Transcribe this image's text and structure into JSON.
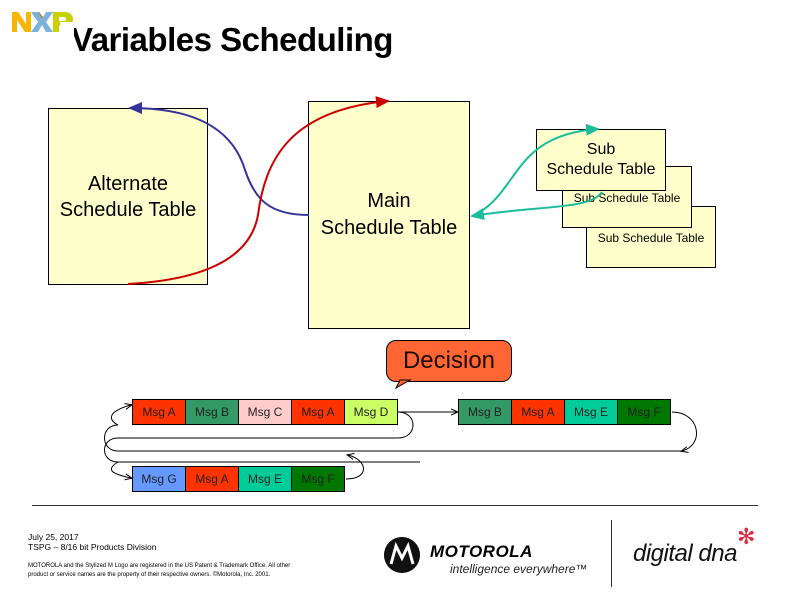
{
  "slide": {
    "title": "Variables Scheduling"
  },
  "logos": {
    "nxp": "nxp-logo",
    "motorola_name": "MOTOROLA",
    "motorola_tagline": "intelligence everywhere™",
    "digitaldna": "digital dna",
    "digitaldna_tm": "™",
    "digitaldna_star": "✻"
  },
  "diagram": {
    "alternate_table": {
      "line1": "Alternate",
      "line2": "Schedule Table"
    },
    "main_table": {
      "line1": "Main",
      "line2": "Schedule Table"
    },
    "sub_tables": [
      {
        "line1": "Sub",
        "line2": "Schedule Table"
      },
      {
        "label": "Sub Schedule Table"
      },
      {
        "label": "Sub Schedule Table"
      }
    ],
    "decision_callout": "Decision",
    "arrow_colors": {
      "main_to_alternate": "#333399",
      "alternate_to_main": "#cc0000",
      "main_sub": "#1abc9c"
    }
  },
  "message_rows": [
    {
      "messages": [
        {
          "label": "Msg A",
          "color": "#ff3300"
        },
        {
          "label": "Msg B",
          "color": "#339966"
        },
        {
          "label": "Msg C",
          "color": "#ffcccc"
        },
        {
          "label": "Msg A",
          "color": "#ff3300"
        },
        {
          "label": "Msg D",
          "color": "#ccff66"
        }
      ]
    },
    {
      "messages": [
        {
          "label": "Msg B",
          "color": "#339966"
        },
        {
          "label": "Msg A",
          "color": "#ff3300"
        },
        {
          "label": "Msg E",
          "color": "#00cc99"
        },
        {
          "label": "Msg F",
          "color": "#007700"
        }
      ]
    },
    {
      "messages": [
        {
          "label": "Msg G",
          "color": "#6699ff"
        },
        {
          "label": "Msg A",
          "color": "#ff3300"
        },
        {
          "label": "Msg E",
          "color": "#00cc99"
        },
        {
          "label": "Msg F",
          "color": "#007700"
        }
      ]
    }
  ],
  "footer": {
    "date": "July 25, 2017",
    "division": "TSPG – 8/16 bit Products Division",
    "legal_line1": "MOTOROLA and the Stylized M Logo are registered in the US Patent & Trademark Office. All other",
    "legal_line2": "product or service names are the property of their respective owners. ©Motorola, Inc. 2001."
  }
}
